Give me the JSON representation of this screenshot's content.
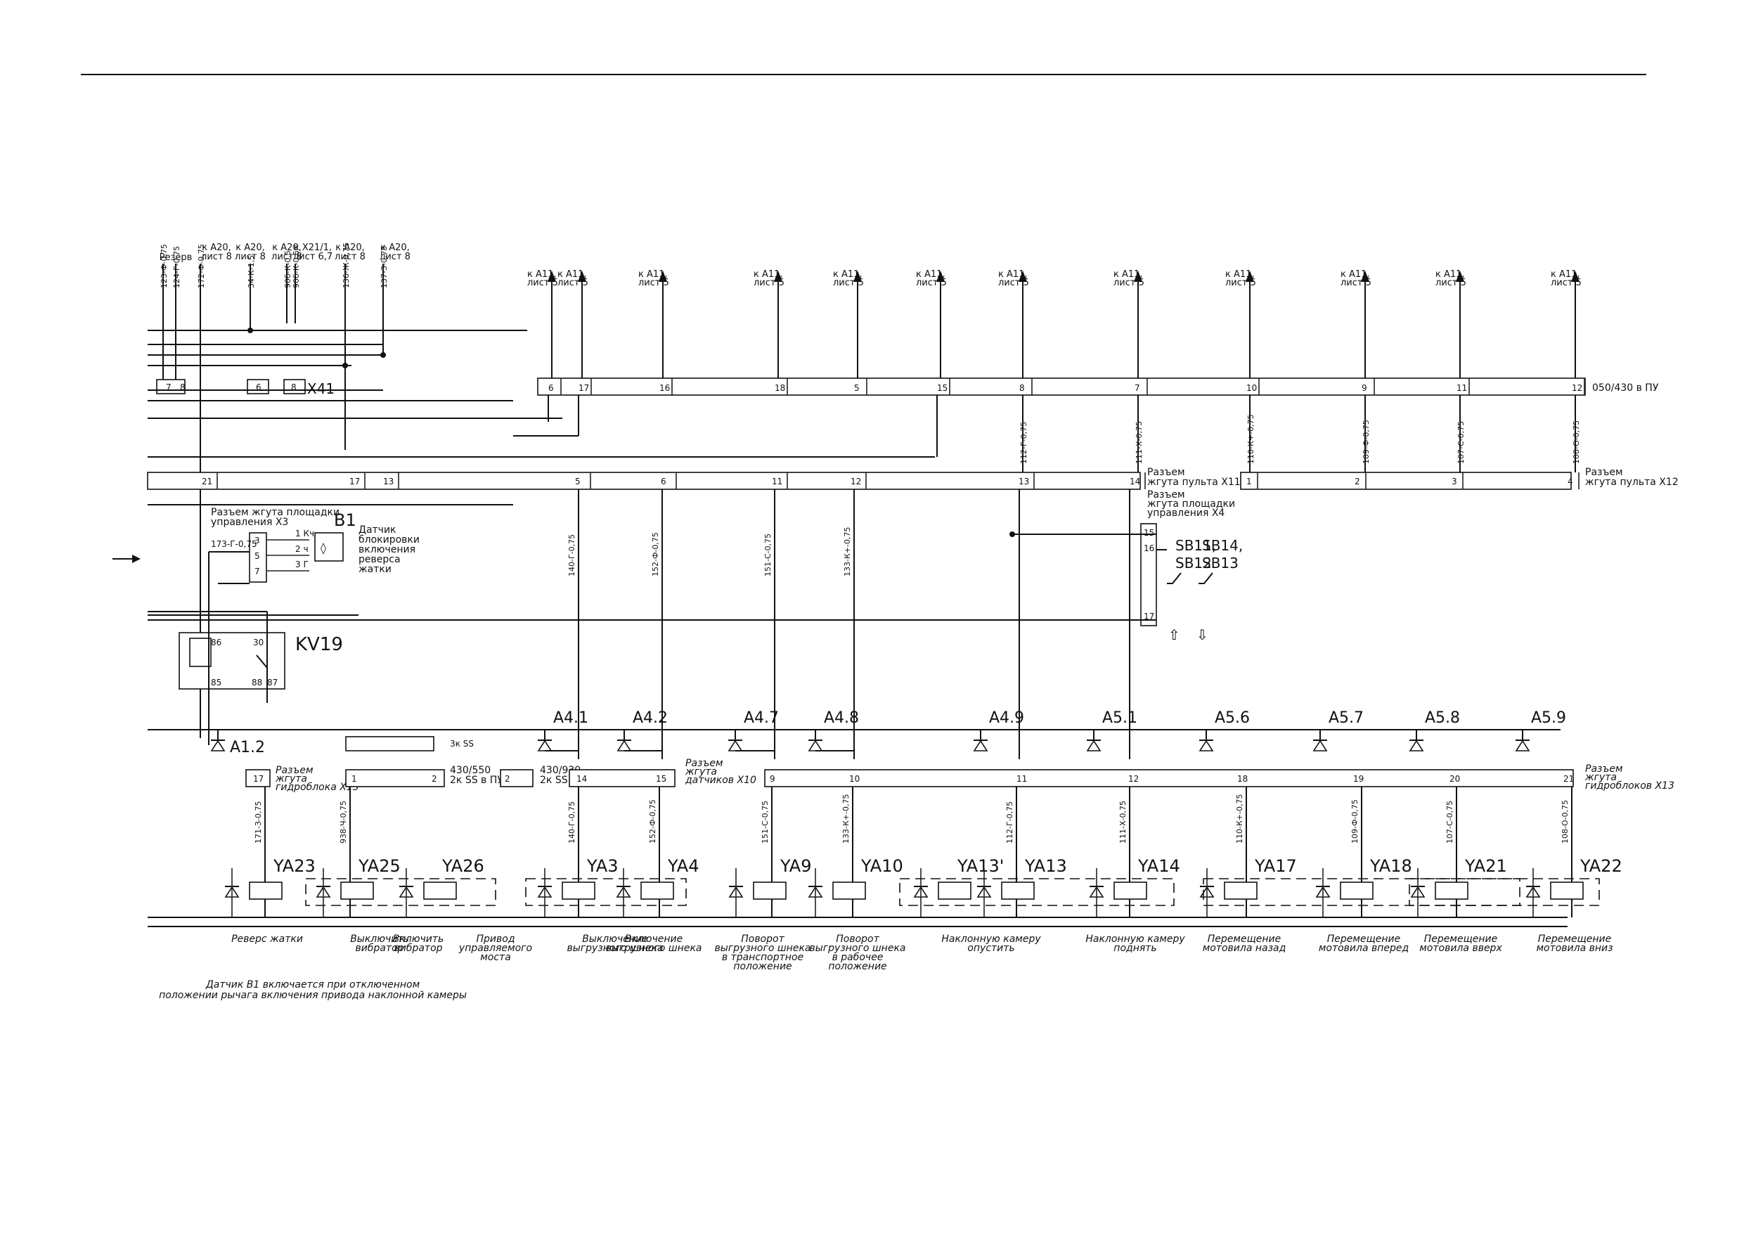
{
  "top_wires": [
    {
      "group": "Резерв",
      "label": "123-Ф-0,75"
    },
    {
      "group": "Резерв",
      "label": "124-Г-0,75"
    },
    {
      "group": "к А20, лист 8",
      "label": "172-Ф-0,75"
    },
    {
      "group": "к А20, лист 8",
      "label": "34-К-1,5"
    },
    {
      "group": "к А20, лист 8",
      "label": "90б-К-0,5"
    },
    {
      "group": "к Х21/1, лист 6,7",
      "label": "90б-К-0,5"
    },
    {
      "group": "к А20, лист 8",
      "label": "136-Ж-0,75"
    },
    {
      "group": "к А20, лист 8",
      "label": "137-З-0,75"
    }
  ],
  "top_groups": [
    "Резерв",
    "к А20, лист 8",
    "к А20, лист 8",
    "к А20, лист 8",
    "к Х21/1, лист 6,7",
    "к А20, лист 8",
    "к А20, лист 8"
  ],
  "a11_label_1": "к А11,",
  "a11_label_2": "лист 5",
  "connectors": {
    "x41": {
      "label": "Х41",
      "pins": [
        "7",
        "8",
        "6",
        "8"
      ]
    },
    "c050": {
      "label": "050/430 в ПУ",
      "pins": [
        "6",
        "17",
        "16",
        "18",
        "5",
        "15",
        "8",
        "7",
        "10",
        "9",
        "11",
        "12"
      ]
    },
    "x11": {
      "label": "Разъем жгута пульта Х11",
      "pins": [
        "21",
        "17",
        "13",
        "5",
        "6",
        "11",
        "12",
        "13",
        "14"
      ]
    },
    "x12": {
      "label": "Разъем жгута пульта Х12",
      "pins": [
        "1",
        "2",
        "3",
        "4"
      ]
    },
    "x3": {
      "label": "Разъем жгута площадки управления Х3",
      "pins": [
        "3",
        "5",
        "7"
      ]
    },
    "x4": {
      "label": "Разъем жгута площадки управления Х4",
      "pins": [
        "15",
        "16",
        "17"
      ]
    },
    "x13a": {
      "label": "Разъем жгута гидроблока Х13",
      "pins": [
        "17"
      ]
    },
    "c430": {
      "label": "430/550 2к SS в ПУ",
      "pins": [
        "1",
        "2"
      ]
    },
    "c430b": {
      "label": "430/930 2к SS",
      "pins": [
        "2"
      ]
    },
    "x10": {
      "label": "Разъем жгута датчиков Х10",
      "pins": [
        "14",
        "15"
      ]
    },
    "x13": {
      "label": "Разъем жгута гидроблоков Х13",
      "pins": [
        "9",
        "10",
        "11",
        "12",
        "18",
        "19",
        "20",
        "21"
      ]
    },
    "k3ss": {
      "label": "3к SS"
    }
  },
  "mid_wires": [
    "112-Г-0,75",
    "111-Х-0,75",
    "110-К+-0,75",
    "109-Ф-0,75",
    "107-С-0,75",
    "108-О-0,75"
  ],
  "x11_wires": [
    "140-Г-0,75",
    "152-Ф-0,75",
    "151-С-0,75",
    "133-К+-0,75"
  ],
  "sensor": {
    "id": "В1",
    "pins": [
      "1 Кч",
      "2 ч",
      "3 Г"
    ],
    "wire": "173-Г-0,75",
    "description": "Датчик блокировки включения реверса жатки"
  },
  "relay": {
    "id": "KV19",
    "pins": [
      "86",
      "30",
      "85",
      "88",
      "87"
    ]
  },
  "switches": {
    "sb1": "SB11,",
    "sb2": "SB12",
    "sb3": "SB14,",
    "sb4": "SB13"
  },
  "modules": [
    "А1.2",
    "А4.1",
    "А4.2",
    "А4.7",
    "А4.8",
    "А4.9",
    "А5.1",
    "А5.6",
    "А5.7",
    "А5.8",
    "А5.9"
  ],
  "bottom_wires": [
    "171-З-0,75",
    "938-Ч-0,75",
    "140-Г-0,75",
    "152-Ф-0,75",
    "151-С-0,75",
    "133-К+-0,75",
    "112-Г-0,75",
    "111-Х-0,75",
    "110-К+-0,75",
    "109-Ф-0,75",
    "107-С-0,75",
    "108-О-0,75"
  ],
  "valves": [
    "YA23",
    "YA25",
    "YA26",
    "YA3",
    "YA4",
    "YA9",
    "YA10",
    "YA13'",
    "YA13",
    "YA14",
    "YA17",
    "YA18",
    "YA21",
    "YA22"
  ],
  "captions": [
    "Реверс жатки",
    "Выключить вибратор",
    "Включить вибратор",
    "Привод управляемого моста",
    "Выключение выгрузного шнека",
    "Включение выгрузного шнека",
    "Поворот выгрузного шнека в транспортное положение",
    "Поворот выгрузного шнека в рабочее положение",
    "Наклонную камеру опустить",
    "Наклонную камеру поднять",
    "Перемещение мотовила назад",
    "Перемещение мотовила вперед",
    "Перемещение мотовила вверх",
    "Перемещение мотовила вниз"
  ],
  "note": "Датчик В1 включается при отключенном положении рычага включения привода наклонной камеры"
}
